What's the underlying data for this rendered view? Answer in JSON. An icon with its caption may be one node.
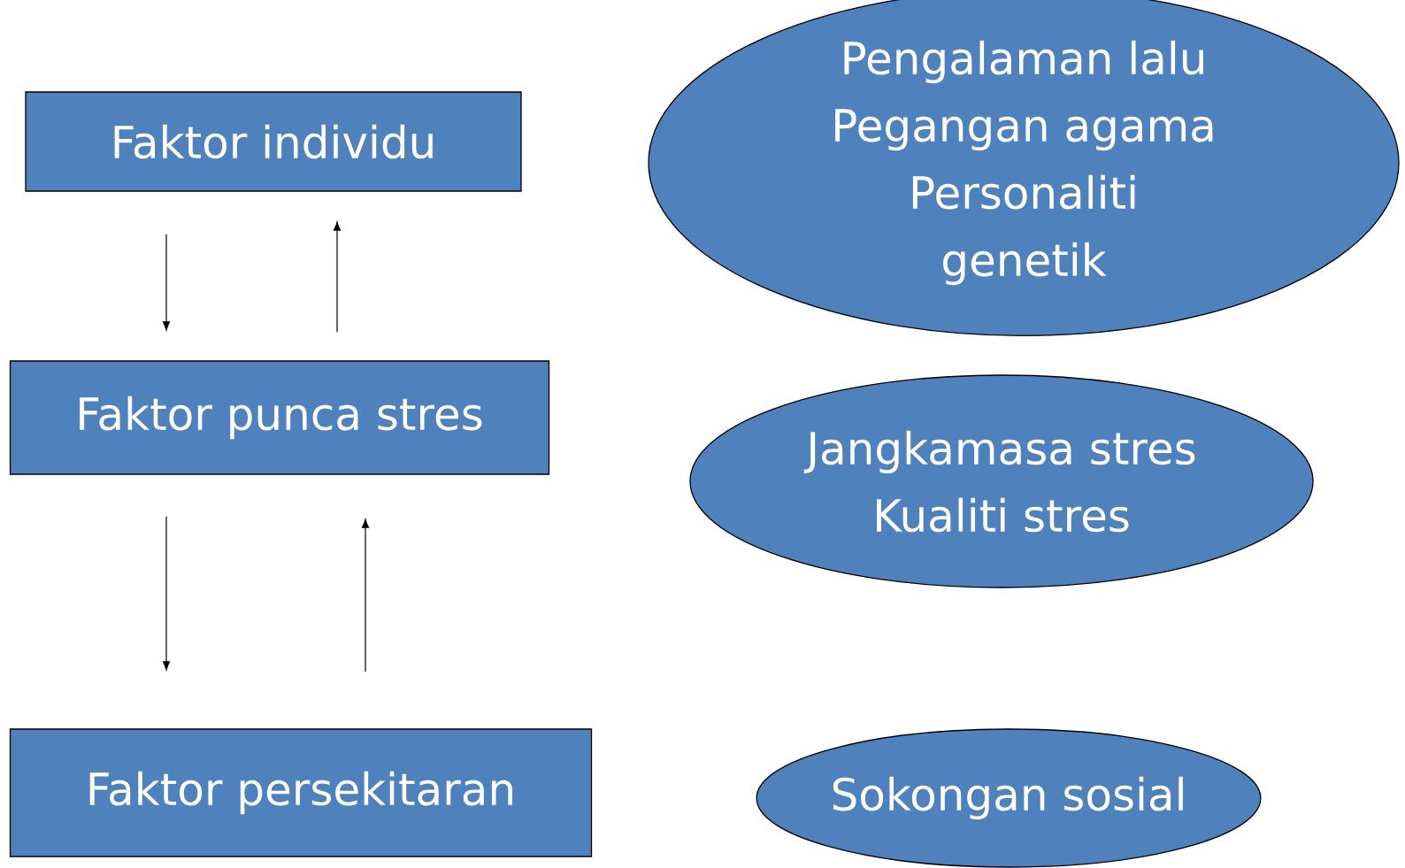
{
  "diagram": {
    "nodes": [
      {
        "text": [
          "Faktor individu"
        ]
      },
      {
        "text": [
          "Faktor punca stres"
        ]
      },
      {
        "text": [
          "Faktor persekitaran"
        ]
      },
      {
        "text": [
          "Pengalaman lalu",
          "Pegangan agama",
          "Personaliti",
          "genetik"
        ]
      },
      {
        "text": [
          "Jangkamasa stres",
          "Kualiti stres"
        ]
      },
      {
        "text": [
          "Sokongan sosial"
        ]
      }
    ],
    "edges": [
      {
        "from": 0,
        "to": 1,
        "arrow": "to"
      },
      {
        "from": 1,
        "to": 0,
        "arrow": "to"
      },
      {
        "from": 1,
        "to": 2,
        "arrow": "to"
      },
      {
        "from": 2,
        "to": 1,
        "arrow": "to"
      }
    ]
  }
}
